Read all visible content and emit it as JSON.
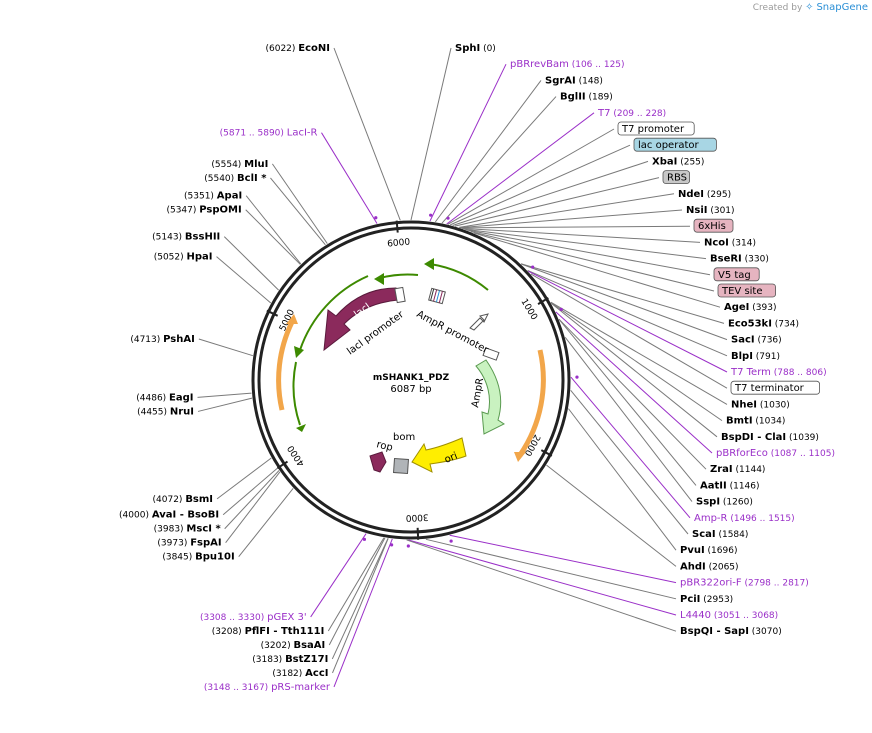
{
  "watermark": {
    "prefix": "Created by",
    "brand": "SnapGene",
    "icon": "snapgene-logo-icon"
  },
  "plasmid": {
    "name": "mSHANK1_PDZ",
    "length_label": "6087 bp",
    "length": 6087
  },
  "ring_ticks": [
    {
      "label": "1000",
      "pos": 1000
    },
    {
      "label": "2000",
      "pos": 2000
    },
    {
      "label": "3000",
      "pos": 3000
    },
    {
      "label": "4000",
      "pos": 4000
    },
    {
      "label": "5000",
      "pos": 5000
    },
    {
      "label": "6000",
      "pos": 6000
    }
  ],
  "colors": {
    "enzyme": "#000000",
    "primer": "#9a2fc8",
    "lacI": "#8b2a5c",
    "cds_green": "#c9f2c0",
    "ori": "#ffee00",
    "origin": "#f2a64a",
    "arrow_green": "#3d8a00",
    "line": "#7a7a7a"
  },
  "annotations": [
    {
      "kind": "enzyme",
      "name": "SphI",
      "pos_label": "(0)",
      "pos": 0
    },
    {
      "kind": "primer",
      "name": "pBRrevBam",
      "pos_label": "(106 .. 125)",
      "pos": 115
    },
    {
      "kind": "enzyme",
      "name": "SgrAI",
      "pos_label": "(148)",
      "pos": 148
    },
    {
      "kind": "enzyme",
      "name": "BglII",
      "pos_label": "(189)",
      "pos": 189
    },
    {
      "kind": "primer",
      "name": "T7",
      "pos_label": "(209 .. 228)",
      "pos": 218
    },
    {
      "kind": "box",
      "name": "T7 promoter",
      "pos": 225,
      "fill": "#ffffff"
    },
    {
      "kind": "box",
      "name": "lac operator",
      "pos": 240,
      "fill": "#a8d6e4"
    },
    {
      "kind": "enzyme",
      "name": "XbaI",
      "pos_label": "(255)",
      "pos": 255
    },
    {
      "kind": "box",
      "name": "RBS",
      "pos": 270,
      "fill": "#c8c8c8"
    },
    {
      "kind": "enzyme",
      "name": "NdeI",
      "pos_label": "(295)",
      "pos": 295
    },
    {
      "kind": "enzyme",
      "name": "NsiI",
      "pos_label": "(301)",
      "pos": 301
    },
    {
      "kind": "box",
      "name": "6xHis",
      "pos": 305,
      "fill": "#e6b4c0"
    },
    {
      "kind": "enzyme",
      "name": "NcoI",
      "pos_label": "(314)",
      "pos": 314
    },
    {
      "kind": "enzyme",
      "name": "BseRI",
      "pos_label": "(330)",
      "pos": 330
    },
    {
      "kind": "box",
      "name": "V5 tag",
      "pos": 345,
      "fill": "#e6b4c0"
    },
    {
      "kind": "box",
      "name": "TEV site",
      "pos": 370,
      "fill": "#e6b4c0"
    },
    {
      "kind": "enzyme",
      "name": "AgeI",
      "pos_label": "(393)",
      "pos": 393
    },
    {
      "kind": "enzyme",
      "name": "Eco53kI",
      "pos_label": "(734)",
      "pos": 734
    },
    {
      "kind": "enzyme",
      "name": "SacI",
      "pos_label": "(736)",
      "pos": 736
    },
    {
      "kind": "enzyme",
      "name": "BlpI",
      "pos_label": "(791)",
      "pos": 791
    },
    {
      "kind": "primer",
      "name": "T7 Term",
      "pos_label": "(788 .. 806)",
      "pos": 797
    },
    {
      "kind": "box",
      "name": "T7 terminator",
      "pos": 820,
      "fill": "#ffffff"
    },
    {
      "kind": "enzyme",
      "name": "NheI",
      "pos_label": "(1030)",
      "pos": 1030
    },
    {
      "kind": "enzyme",
      "name": "BmtI",
      "pos_label": "(1034)",
      "pos": 1034
    },
    {
      "kind": "enzyme",
      "name": "BspDI",
      "name2": "- ClaI",
      "pos_label": "(1039)",
      "pos": 1039
    },
    {
      "kind": "primer",
      "name": "pBRforEco",
      "pos_label": "(1087 .. 1105)",
      "pos": 1096
    },
    {
      "kind": "enzyme",
      "name": "ZraI",
      "pos_label": "(1144)",
      "pos": 1144
    },
    {
      "kind": "enzyme",
      "name": "AatII",
      "pos_label": "(1146)",
      "pos": 1146
    },
    {
      "kind": "enzyme",
      "name": "SspI",
      "pos_label": "(1260)",
      "pos": 1260
    },
    {
      "kind": "primer",
      "name": "Amp-R",
      "pos_label": "(1496 .. 1515)",
      "pos": 1505
    },
    {
      "kind": "enzyme",
      "name": "ScaI",
      "pos_label": "(1584)",
      "pos": 1584
    },
    {
      "kind": "enzyme",
      "name": "PvuI",
      "pos_label": "(1696)",
      "pos": 1696
    },
    {
      "kind": "enzyme",
      "name": "AhdI",
      "pos_label": "(2065)",
      "pos": 2065
    },
    {
      "kind": "primer",
      "name": "pBR322ori-F",
      "pos_label": "(2798 .. 2817)",
      "pos": 2807
    },
    {
      "kind": "enzyme",
      "name": "PciI",
      "pos_label": "(2953)",
      "pos": 2953
    },
    {
      "kind": "primer",
      "name": "L4440",
      "pos_label": "(3051 .. 3068)",
      "pos": 3059
    },
    {
      "kind": "enzyme",
      "name": "BspQI",
      "name2": "- SapI",
      "pos_label": "(3070)",
      "pos": 3070
    },
    {
      "kind": "primer",
      "name": "pRS-marker",
      "pos_label": "(3148 .. 3167)",
      "pos": 3157
    },
    {
      "kind": "enzyme",
      "name": "AccI",
      "pos_label": "(3182)",
      "pos": 3182
    },
    {
      "kind": "enzyme",
      "name": "BstZ17I",
      "pos_label": "(3183)",
      "pos": 3183
    },
    {
      "kind": "enzyme",
      "name": "BsaAI",
      "pos_label": "(3202)",
      "pos": 3202
    },
    {
      "kind": "enzyme",
      "name": "PflFI",
      "name2": "- Tth111I",
      "pos_label": "(3208)",
      "pos": 3208
    },
    {
      "kind": "primer",
      "name": "pGEX 3'",
      "pos_label": "(3308 .. 3330)",
      "pos": 3319
    },
    {
      "kind": "enzyme",
      "name": "Bpu10I",
      "pos_label": "(3845)",
      "pos": 3845
    },
    {
      "kind": "enzyme",
      "name": "FspAI",
      "pos_label": "(3973)",
      "pos": 3973
    },
    {
      "kind": "enzyme",
      "name": "MscI *",
      "pos_label": "(3983)",
      "pos": 3983
    },
    {
      "kind": "enzyme",
      "name": "AvaI",
      "name2": "- BsoBI",
      "pos_label": "(4000)",
      "pos": 4000
    },
    {
      "kind": "enzyme",
      "name": "BsmI",
      "pos_label": "(4072)",
      "pos": 4072
    },
    {
      "kind": "enzyme",
      "name": "NruI",
      "pos_label": "(4455)",
      "pos": 4455
    },
    {
      "kind": "enzyme",
      "name": "EagI",
      "pos_label": "(4486)",
      "pos": 4486
    },
    {
      "kind": "enzyme",
      "name": "PshAI",
      "pos_label": "(4713)",
      "pos": 4713
    },
    {
      "kind": "enzyme",
      "name": "HpaI",
      "pos_label": "(5052)",
      "pos": 5052
    },
    {
      "kind": "enzyme",
      "name": "BssHII",
      "pos_label": "(5143)",
      "pos": 5143
    },
    {
      "kind": "enzyme",
      "name": "PspOMI",
      "pos_label": "(5347)",
      "pos": 5347
    },
    {
      "kind": "enzyme",
      "name": "ApaI",
      "pos_label": "(5351)",
      "pos": 5351
    },
    {
      "kind": "enzyme",
      "name": "BclI *",
      "pos_label": "(5540)",
      "pos": 5540
    },
    {
      "kind": "enzyme",
      "name": "MluI",
      "pos_label": "(5554)",
      "pos": 5554
    },
    {
      "kind": "primer",
      "name": "LacI-R",
      "pos_label": "(5871 .. 5890)",
      "pos": 5880
    },
    {
      "kind": "enzyme",
      "name": "EcoNI",
      "pos_label": "(6022)",
      "pos": 6022
    }
  ],
  "features": {
    "lacI": "lacI",
    "lacI_promoter": "lacI promoter",
    "ampr_promoter": "AmpR promoter",
    "ampr": "AmpR",
    "ori": "ori",
    "bom": "bom",
    "rop": "rop"
  }
}
